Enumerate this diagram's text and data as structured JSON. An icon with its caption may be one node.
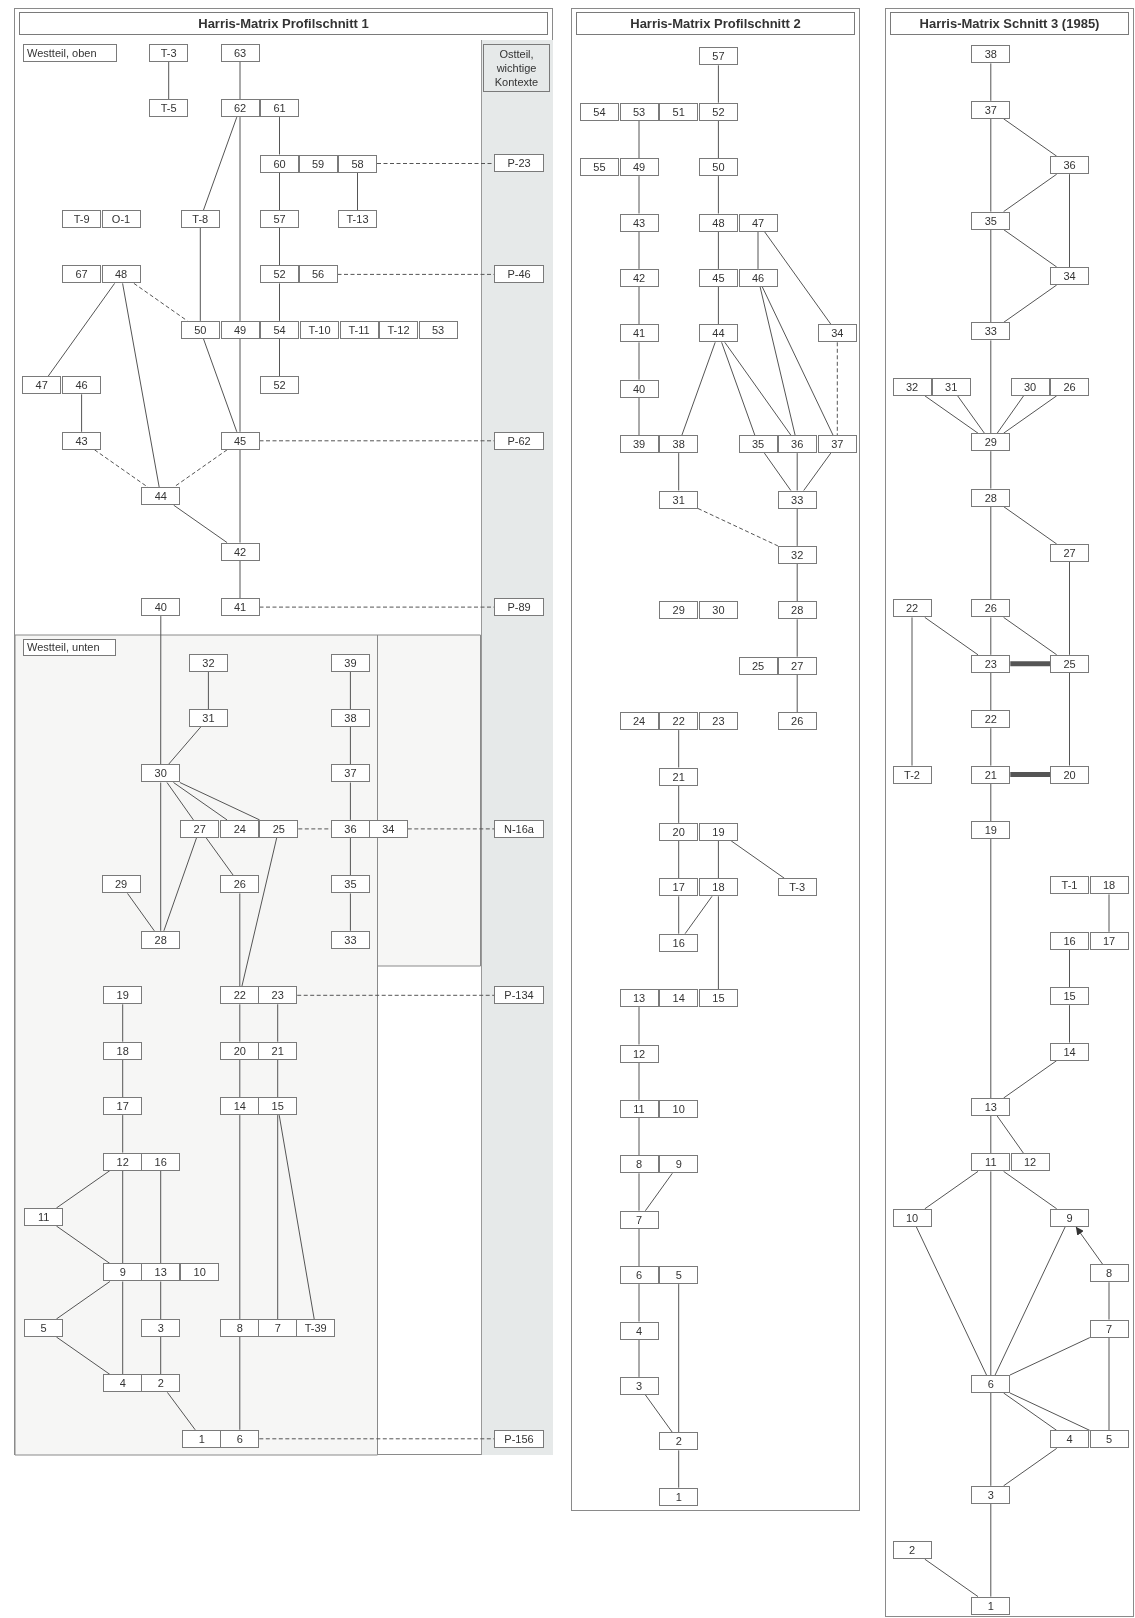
{
  "diagram": {
    "nodes": [
      {
        "text": [
          "Harris-Matrix Profilschnitt 1"
        ]
      },
      {
        "text": [
          "Westteil, oben"
        ],
        "in": 0
      },
      {
        "text": [
          "T-3"
        ],
        "in": 0
      },
      {
        "text": [
          "63"
        ],
        "in": 0
      },
      {
        "text": [
          "T-5"
        ],
        "in": 0
      },
      {
        "text": [
          "62"
        ],
        "in": 0
      },
      {
        "text": [
          "61"
        ],
        "in": 0
      },
      {
        "text": [
          "60"
        ],
        "in": 0
      },
      {
        "text": [
          "59"
        ],
        "in": 0
      },
      {
        "text": [
          "58"
        ],
        "in": 0
      },
      {
        "text": [
          "T-9"
        ],
        "in": 0
      },
      {
        "text": [
          "O-1"
        ],
        "in": 0
      },
      {
        "text": [
          "T-8"
        ],
        "in": 0
      },
      {
        "text": [
          "57"
        ],
        "in": 0
      },
      {
        "text": [
          "T-13"
        ],
        "in": 0
      },
      {
        "text": [
          "67"
        ],
        "in": 0
      },
      {
        "text": [
          "48"
        ],
        "in": 0
      },
      {
        "text": [
          "52"
        ],
        "in": 0
      },
      {
        "text": [
          "56"
        ],
        "in": 0
      },
      {
        "text": [
          "50"
        ],
        "in": 0
      },
      {
        "text": [
          "49"
        ],
        "in": 0
      },
      {
        "text": [
          "54"
        ],
        "in": 0
      },
      {
        "text": [
          "T-10"
        ],
        "in": 0
      },
      {
        "text": [
          "T-11"
        ],
        "in": 0
      },
      {
        "text": [
          "T-12"
        ],
        "in": 0
      },
      {
        "text": [
          "53"
        ],
        "in": 0
      },
      {
        "text": [
          "47"
        ],
        "in": 0
      },
      {
        "text": [
          "46"
        ],
        "in": 0
      },
      {
        "text": [
          "52"
        ],
        "in": 0
      },
      {
        "text": [
          "43"
        ],
        "in": 0
      },
      {
        "text": [
          "45"
        ],
        "in": 0
      },
      {
        "text": [
          "44"
        ],
        "in": 0
      },
      {
        "text": [
          "42"
        ],
        "in": 0
      },
      {
        "text": [
          "40"
        ],
        "in": 0
      },
      {
        "text": [
          "41"
        ],
        "in": 0
      },
      {
        "text": [
          "Ostteil, wichtige Kontexte"
        ],
        "in": 0
      },
      {
        "text": [
          "P-23"
        ],
        "in": 35
      },
      {
        "text": [
          "P-46"
        ],
        "in": 35
      },
      {
        "text": [
          "P-62"
        ],
        "in": 35
      },
      {
        "text": [
          "P-89"
        ],
        "in": 35
      },
      {
        "text": [
          "N-16a"
        ],
        "in": 35
      },
      {
        "text": [
          "P-134"
        ],
        "in": 35
      },
      {
        "text": [
          "P-156"
        ],
        "in": 35
      },
      {
        "text": [
          "Westteil, unten"
        ],
        "in": 0
      },
      {
        "text": [
          "32"
        ],
        "in": 43
      },
      {
        "text": [
          "39"
        ],
        "in": 43
      },
      {
        "text": [
          "31"
        ],
        "in": 43
      },
      {
        "text": [
          "38"
        ],
        "in": 43
      },
      {
        "text": [
          "30"
        ],
        "in": 43
      },
      {
        "text": [
          "37"
        ],
        "in": 43
      },
      {
        "text": [
          "27"
        ],
        "in": 43
      },
      {
        "text": [
          "24"
        ],
        "in": 43
      },
      {
        "text": [
          "25"
        ],
        "in": 43
      },
      {
        "text": [
          "36"
        ],
        "in": 43
      },
      {
        "text": [
          "34"
        ],
        "in": 43
      },
      {
        "text": [
          "29"
        ],
        "in": 43
      },
      {
        "text": [
          "26"
        ],
        "in": 43
      },
      {
        "text": [
          "35"
        ],
        "in": 43
      },
      {
        "text": [
          "28"
        ],
        "in": 43
      },
      {
        "text": [
          "33"
        ],
        "in": 43
      },
      {
        "text": [
          "19"
        ],
        "in": 43
      },
      {
        "text": [
          "22"
        ],
        "in": 43
      },
      {
        "text": [
          "23"
        ],
        "in": 43
      },
      {
        "text": [
          "18"
        ],
        "in": 43
      },
      {
        "text": [
          "20"
        ],
        "in": 43
      },
      {
        "text": [
          "21"
        ],
        "in": 43
      },
      {
        "text": [
          "17"
        ],
        "in": 43
      },
      {
        "text": [
          "14"
        ],
        "in": 43
      },
      {
        "text": [
          "15"
        ],
        "in": 43
      },
      {
        "text": [
          "12"
        ],
        "in": 43
      },
      {
        "text": [
          "16"
        ],
        "in": 43
      },
      {
        "text": [
          "11"
        ],
        "in": 43
      },
      {
        "text": [
          "9"
        ],
        "in": 43
      },
      {
        "text": [
          "13"
        ],
        "in": 43
      },
      {
        "text": [
          "10"
        ],
        "in": 43
      },
      {
        "text": [
          "5"
        ],
        "in": 43
      },
      {
        "text": [
          "3"
        ],
        "in": 43
      },
      {
        "text": [
          "8"
        ],
        "in": 43
      },
      {
        "text": [
          "7"
        ],
        "in": 43
      },
      {
        "text": [
          "T-39"
        ],
        "in": 43
      },
      {
        "text": [
          "4"
        ],
        "in": 43
      },
      {
        "text": [
          "2"
        ],
        "in": 43
      },
      {
        "text": [
          "1"
        ],
        "in": 43
      },
      {
        "text": [
          "6"
        ],
        "in": 43
      },
      {
        "text": [
          "Harris-Matrix Profilschnitt 2"
        ]
      },
      {
        "text": [
          "57"
        ],
        "in": 84
      },
      {
        "text": [
          "54"
        ],
        "in": 84
      },
      {
        "text": [
          "53"
        ],
        "in": 84
      },
      {
        "text": [
          "51"
        ],
        "in": 84
      },
      {
        "text": [
          "52"
        ],
        "in": 84
      },
      {
        "text": [
          "55"
        ],
        "in": 84
      },
      {
        "text": [
          "49"
        ],
        "in": 84
      },
      {
        "text": [
          "50"
        ],
        "in": 84
      },
      {
        "text": [
          "43"
        ],
        "in": 84
      },
      {
        "text": [
          "48"
        ],
        "in": 84
      },
      {
        "text": [
          "47"
        ],
        "in": 84
      },
      {
        "text": [
          "42"
        ],
        "in": 84
      },
      {
        "text": [
          "45"
        ],
        "in": 84
      },
      {
        "text": [
          "46"
        ],
        "in": 84
      },
      {
        "text": [
          "41"
        ],
        "in": 84
      },
      {
        "text": [
          "44"
        ],
        "in": 84
      },
      {
        "text": [
          "34"
        ],
        "in": 84
      },
      {
        "text": [
          "40"
        ],
        "in": 84
      },
      {
        "text": [
          "39"
        ],
        "in": 84
      },
      {
        "text": [
          "38"
        ],
        "in": 84
      },
      {
        "text": [
          "35"
        ],
        "in": 84
      },
      {
        "text": [
          "36"
        ],
        "in": 84
      },
      {
        "text": [
          "37"
        ],
        "in": 84
      },
      {
        "text": [
          "31"
        ],
        "in": 84
      },
      {
        "text": [
          "33"
        ],
        "in": 84
      },
      {
        "text": [
          "32"
        ],
        "in": 84
      },
      {
        "text": [
          "29"
        ],
        "in": 84
      },
      {
        "text": [
          "30"
        ],
        "in": 84
      },
      {
        "text": [
          "28"
        ],
        "in": 84
      },
      {
        "text": [
          "25"
        ],
        "in": 84
      },
      {
        "text": [
          "27"
        ],
        "in": 84
      },
      {
        "text": [
          "24"
        ],
        "in": 84
      },
      {
        "text": [
          "22"
        ],
        "in": 84
      },
      {
        "text": [
          "23"
        ],
        "in": 84
      },
      {
        "text": [
          "26"
        ],
        "in": 84
      },
      {
        "text": [
          "21"
        ],
        "in": 84
      },
      {
        "text": [
          "20"
        ],
        "in": 84
      },
      {
        "text": [
          "19"
        ],
        "in": 84
      },
      {
        "text": [
          "17"
        ],
        "in": 84
      },
      {
        "text": [
          "18"
        ],
        "in": 84
      },
      {
        "text": [
          "T-3"
        ],
        "in": 84
      },
      {
        "text": [
          "16"
        ],
        "in": 84
      },
      {
        "text": [
          "13"
        ],
        "in": 84
      },
      {
        "text": [
          "14"
        ],
        "in": 84
      },
      {
        "text": [
          "15"
        ],
        "in": 84
      },
      {
        "text": [
          "12"
        ],
        "in": 84
      },
      {
        "text": [
          "11"
        ],
        "in": 84
      },
      {
        "text": [
          "10"
        ],
        "in": 84
      },
      {
        "text": [
          "8"
        ],
        "in": 84
      },
      {
        "text": [
          "9"
        ],
        "in": 84
      },
      {
        "text": [
          "7"
        ],
        "in": 84
      },
      {
        "text": [
          "6"
        ],
        "in": 84
      },
      {
        "text": [
          "5"
        ],
        "in": 84
      },
      {
        "text": [
          "4"
        ],
        "in": 84
      },
      {
        "text": [
          "3"
        ],
        "in": 84
      },
      {
        "text": [
          "2"
        ],
        "in": 84
      },
      {
        "text": [
          "1"
        ],
        "in": 84
      },
      {
        "text": [
          "Harris-Matrix Schnitt 3 (1985)"
        ]
      },
      {
        "text": [
          "38"
        ],
        "in": 142
      },
      {
        "text": [
          "37"
        ],
        "in": 142
      },
      {
        "text": [
          "36"
        ],
        "in": 142
      },
      {
        "text": [
          "35"
        ],
        "in": 142
      },
      {
        "text": [
          "34"
        ],
        "in": 142
      },
      {
        "text": [
          "33"
        ],
        "in": 142
      },
      {
        "text": [
          "32"
        ],
        "in": 142
      },
      {
        "text": [
          "31"
        ],
        "in": 142
      },
      {
        "text": [
          "30"
        ],
        "in": 142
      },
      {
        "text": [
          "26"
        ],
        "in": 142
      },
      {
        "text": [
          "29"
        ],
        "in": 142
      },
      {
        "text": [
          "28"
        ],
        "in": 142
      },
      {
        "text": [
          "27"
        ],
        "in": 142
      },
      {
        "text": [
          "22"
        ],
        "in": 142
      },
      {
        "text": [
          "26"
        ],
        "in": 142
      },
      {
        "text": [
          "23"
        ],
        "in": 142
      },
      {
        "text": [
          "25"
        ],
        "in": 142
      },
      {
        "text": [
          "22"
        ],
        "in": 142
      },
      {
        "text": [
          "T-2"
        ],
        "in": 142
      },
      {
        "text": [
          "21"
        ],
        "in": 142
      },
      {
        "text": [
          "20"
        ],
        "in": 142
      },
      {
        "text": [
          "19"
        ],
        "in": 142
      },
      {
        "text": [
          "T-1"
        ],
        "in": 142
      },
      {
        "text": [
          "18"
        ],
        "in": 142
      },
      {
        "text": [
          "16"
        ],
        "in": 142
      },
      {
        "text": [
          "17"
        ],
        "in": 142
      },
      {
        "text": [
          "15"
        ],
        "in": 142
      },
      {
        "text": [
          "14"
        ],
        "in": 142
      },
      {
        "text": [
          "13"
        ],
        "in": 142
      },
      {
        "text": [
          "11"
        ],
        "in": 142
      },
      {
        "text": [
          "12"
        ],
        "in": 142
      },
      {
        "text": [
          "10"
        ],
        "in": 142
      },
      {
        "text": [
          "9"
        ],
        "in": 142
      },
      {
        "text": [
          "8"
        ],
        "in": 142
      },
      {
        "text": [
          "7"
        ],
        "in": 142
      },
      {
        "text": [
          "6"
        ],
        "in": 142
      },
      {
        "text": [
          "4"
        ],
        "in": 142
      },
      {
        "text": [
          "5"
        ],
        "in": 142
      },
      {
        "text": [
          "3"
        ],
        "in": 142
      },
      {
        "text": [
          "2"
        ],
        "in": 142
      },
      {
        "text": [
          "1"
        ],
        "in": 142
      }
    ],
    "edges": [
      {
        "from": 2,
        "to": 4,
        "arrow": "none"
      },
      {
        "from": 3,
        "to": 5,
        "arrow": "none"
      },
      {
        "from": 5,
        "to": 20,
        "arrow": "none"
      },
      {
        "from": 20,
        "to": 30,
        "arrow": "none"
      },
      {
        "from": 30,
        "to": 32,
        "arrow": "none"
      },
      {
        "from": 32,
        "to": 34,
        "arrow": "none"
      },
      {
        "from": 5,
        "to": 12,
        "arrow": "none"
      },
      {
        "from": 6,
        "to": 7,
        "arrow": "none"
      },
      {
        "from": 7,
        "to": 13,
        "arrow": "none"
      },
      {
        "from": 13,
        "to": 17,
        "arrow": "none"
      },
      {
        "from": 17,
        "to": 21,
        "arrow": "none"
      },
      {
        "from": 21,
        "to": 28,
        "arrow": "none"
      },
      {
        "from": 9,
        "to": 14,
        "arrow": "none"
      },
      {
        "from": 9,
        "to": 36,
        "arrow": "none",
        "style": "dashed"
      },
      {
        "from": 18,
        "to": 37,
        "arrow": "none",
        "style": "dashed"
      },
      {
        "from": 12,
        "to": 19,
        "arrow": "none"
      },
      {
        "from": 16,
        "to": 19,
        "arrow": "none",
        "style": "dashed"
      },
      {
        "from": 16,
        "to": 26,
        "arrow": "none"
      },
      {
        "from": 16,
        "to": 31,
        "arrow": "none"
      },
      {
        "from": 27,
        "to": 29,
        "arrow": "none"
      },
      {
        "from": 29,
        "to": 31,
        "arrow": "none",
        "style": "dashed"
      },
      {
        "from": 30,
        "to": 31,
        "arrow": "none",
        "style": "dashed"
      },
      {
        "from": 19,
        "to": 30,
        "arrow": "none"
      },
      {
        "from": 31,
        "to": 32,
        "arrow": "none"
      },
      {
        "from": 30,
        "to": 38,
        "arrow": "none",
        "style": "dashed"
      },
      {
        "from": 34,
        "to": 39,
        "arrow": "none",
        "style": "dashed"
      },
      {
        "from": 33,
        "to": 48,
        "arrow": "none"
      },
      {
        "from": 44,
        "to": 46,
        "arrow": "none"
      },
      {
        "from": 46,
        "to": 48,
        "arrow": "none"
      },
      {
        "from": 48,
        "to": 58,
        "arrow": "none"
      },
      {
        "from": 48,
        "to": 50,
        "arrow": "none"
      },
      {
        "from": 48,
        "to": 51,
        "arrow": "none"
      },
      {
        "from": 48,
        "to": 52,
        "arrow": "none"
      },
      {
        "from": 50,
        "to": 58,
        "arrow": "none"
      },
      {
        "from": 50,
        "to": 56,
        "arrow": "none"
      },
      {
        "from": 55,
        "to": 58,
        "arrow": "none"
      },
      {
        "from": 52,
        "to": 53,
        "arrow": "none",
        "style": "dashed"
      },
      {
        "from": 54,
        "to": 40,
        "arrow": "none",
        "style": "dashed"
      },
      {
        "from": 45,
        "to": 47,
        "arrow": "none"
      },
      {
        "from": 47,
        "to": 49,
        "arrow": "none"
      },
      {
        "from": 49,
        "to": 53,
        "arrow": "none"
      },
      {
        "from": 53,
        "to": 57,
        "arrow": "none"
      },
      {
        "from": 57,
        "to": 59,
        "arrow": "none"
      },
      {
        "from": 56,
        "to": 61,
        "arrow": "none"
      },
      {
        "from": 52,
        "to": 61,
        "arrow": "none"
      },
      {
        "from": 62,
        "to": 41,
        "arrow": "none",
        "style": "dashed"
      },
      {
        "from": 61,
        "to": 64,
        "arrow": "none"
      },
      {
        "from": 62,
        "to": 65,
        "arrow": "none"
      },
      {
        "from": 64,
        "to": 67,
        "arrow": "none"
      },
      {
        "from": 65,
        "to": 68,
        "arrow": "none"
      },
      {
        "from": 67,
        "to": 77,
        "arrow": "none"
      },
      {
        "from": 68,
        "to": 78,
        "arrow": "none"
      },
      {
        "from": 68,
        "to": 79,
        "arrow": "none"
      },
      {
        "from": 77,
        "to": 83,
        "arrow": "none"
      },
      {
        "from": 83,
        "to": 42,
        "arrow": "none",
        "style": "dashed"
      },
      {
        "from": 60,
        "to": 63,
        "arrow": "none"
      },
      {
        "from": 63,
        "to": 66,
        "arrow": "none"
      },
      {
        "from": 66,
        "to": 69,
        "arrow": "none"
      },
      {
        "from": 69,
        "to": 71,
        "arrow": "none"
      },
      {
        "from": 69,
        "to": 72,
        "arrow": "none"
      },
      {
        "from": 71,
        "to": 72,
        "arrow": "none"
      },
      {
        "from": 70,
        "to": 73,
        "arrow": "none"
      },
      {
        "from": 72,
        "to": 75,
        "arrow": "none"
      },
      {
        "from": 72,
        "to": 80,
        "arrow": "none"
      },
      {
        "from": 75,
        "to": 80,
        "arrow": "none"
      },
      {
        "from": 73,
        "to": 76,
        "arrow": "none"
      },
      {
        "from": 76,
        "to": 81,
        "arrow": "none"
      },
      {
        "from": 81,
        "to": 82,
        "arrow": "none"
      },
      {
        "from": 85,
        "to": 89,
        "arrow": "none"
      },
      {
        "from": 87,
        "to": 91,
        "arrow": "none"
      },
      {
        "from": 89,
        "to": 92,
        "arrow": "none"
      },
      {
        "from": 91,
        "to": 93,
        "arrow": "none"
      },
      {
        "from": 92,
        "to": 94,
        "arrow": "none"
      },
      {
        "from": 93,
        "to": 96,
        "arrow": "none"
      },
      {
        "from": 94,
        "to": 97,
        "arrow": "none"
      },
      {
        "from": 96,
        "to": 99,
        "arrow": "none"
      },
      {
        "from": 97,
        "to": 100,
        "arrow": "none"
      },
      {
        "from": 99,
        "to": 102,
        "arrow": "none"
      },
      {
        "from": 102,
        "to": 103,
        "arrow": "none"
      },
      {
        "from": 95,
        "to": 98,
        "arrow": "none"
      },
      {
        "from": 95,
        "to": 101,
        "arrow": "none"
      },
      {
        "from": 98,
        "to": 106,
        "arrow": "none"
      },
      {
        "from": 98,
        "to": 107,
        "arrow": "none"
      },
      {
        "from": 100,
        "to": 104,
        "arrow": "none"
      },
      {
        "from": 100,
        "to": 105,
        "arrow": "none"
      },
      {
        "from": 100,
        "to": 106,
        "arrow": "none"
      },
      {
        "from": 101,
        "to": 107,
        "arrow": "none",
        "style": "dashed"
      },
      {
        "from": 104,
        "to": 108,
        "arrow": "none"
      },
      {
        "from": 105,
        "to": 109,
        "arrow": "none"
      },
      {
        "from": 106,
        "to": 109,
        "arrow": "none"
      },
      {
        "from": 107,
        "to": 109,
        "arrow": "none"
      },
      {
        "from": 108,
        "to": 110,
        "arrow": "none",
        "style": "dashed"
      },
      {
        "from": 109,
        "to": 110,
        "arrow": "none"
      },
      {
        "from": 110,
        "to": 113,
        "arrow": "none"
      },
      {
        "from": 113,
        "to": 115,
        "arrow": "none"
      },
      {
        "from": 115,
        "to": 119,
        "arrow": "none"
      },
      {
        "from": 117,
        "to": 120,
        "arrow": "none"
      },
      {
        "from": 120,
        "to": 121,
        "arrow": "none"
      },
      {
        "from": 121,
        "to": 123,
        "arrow": "none"
      },
      {
        "from": 122,
        "to": 124,
        "arrow": "none"
      },
      {
        "from": 122,
        "to": 125,
        "arrow": "none"
      },
      {
        "from": 123,
        "to": 126,
        "arrow": "none"
      },
      {
        "from": 124,
        "to": 126,
        "arrow": "none"
      },
      {
        "from": 124,
        "to": 129,
        "arrow": "none"
      },
      {
        "from": 127,
        "to": 130,
        "arrow": "none"
      },
      {
        "from": 130,
        "to": 131,
        "arrow": "none"
      },
      {
        "from": 131,
        "to": 133,
        "arrow": "none"
      },
      {
        "from": 133,
        "to": 135,
        "arrow": "none"
      },
      {
        "from": 134,
        "to": 135,
        "arrow": "none"
      },
      {
        "from": 135,
        "to": 136,
        "arrow": "none"
      },
      {
        "from": 136,
        "to": 138,
        "arrow": "none"
      },
      {
        "from": 138,
        "to": 139,
        "arrow": "none"
      },
      {
        "from": 139,
        "to": 140,
        "arrow": "none"
      },
      {
        "from": 137,
        "to": 140,
        "arrow": "none"
      },
      {
        "from": 140,
        "to": 141,
        "arrow": "none"
      },
      {
        "from": 143,
        "to": 144,
        "arrow": "none"
      },
      {
        "from": 144,
        "to": 146,
        "arrow": "none"
      },
      {
        "from": 144,
        "to": 145,
        "arrow": "none"
      },
      {
        "from": 145,
        "to": 146,
        "arrow": "none"
      },
      {
        "from": 145,
        "to": 147,
        "arrow": "none"
      },
      {
        "from": 146,
        "to": 147,
        "arrow": "none"
      },
      {
        "from": 146,
        "to": 148,
        "arrow": "none"
      },
      {
        "from": 147,
        "to": 148,
        "arrow": "none"
      },
      {
        "from": 148,
        "to": 153,
        "arrow": "none"
      },
      {
        "from": 149,
        "to": 153,
        "arrow": "none"
      },
      {
        "from": 150,
        "to": 153,
        "arrow": "none"
      },
      {
        "from": 151,
        "to": 153,
        "arrow": "none"
      },
      {
        "from": 152,
        "to": 153,
        "arrow": "none"
      },
      {
        "from": 153,
        "to": 154,
        "arrow": "none"
      },
      {
        "from": 154,
        "to": 157,
        "arrow": "none"
      },
      {
        "from": 154,
        "to": 155,
        "arrow": "none"
      },
      {
        "from": 155,
        "to": 159,
        "arrow": "none"
      },
      {
        "from": 157,
        "to": 158,
        "arrow": "none"
      },
      {
        "from": 157,
        "to": 159,
        "arrow": "none"
      },
      {
        "from": 156,
        "to": 158,
        "arrow": "none"
      },
      {
        "from": 156,
        "to": 161,
        "arrow": "none"
      },
      {
        "from": 158,
        "to": 159,
        "arrow": "none",
        "style": "thick"
      },
      {
        "from": 158,
        "to": 160,
        "arrow": "none"
      },
      {
        "from": 160,
        "to": 162,
        "arrow": "none"
      },
      {
        "from": 159,
        "to": 163,
        "arrow": "none"
      },
      {
        "from": 162,
        "to": 163,
        "arrow": "none",
        "style": "thick"
      },
      {
        "from": 162,
        "to": 164,
        "arrow": "none"
      },
      {
        "from": 164,
        "to": 171,
        "arrow": "none"
      },
      {
        "from": 170,
        "to": 171,
        "arrow": "none"
      },
      {
        "from": 169,
        "to": 170,
        "arrow": "none"
      },
      {
        "from": 167,
        "to": 169,
        "arrow": "none"
      },
      {
        "from": 166,
        "to": 168,
        "arrow": "none"
      },
      {
        "from": 171,
        "to": 172,
        "arrow": "none"
      },
      {
        "from": 171,
        "to": 173,
        "arrow": "none"
      },
      {
        "from": 172,
        "to": 174,
        "arrow": "none"
      },
      {
        "from": 172,
        "to": 178,
        "arrow": "none"
      },
      {
        "from": 172,
        "to": 175,
        "arrow": "none"
      },
      {
        "from": 174,
        "to": 178,
        "arrow": "none"
      },
      {
        "from": 175,
        "to": 178,
        "arrow": "none"
      },
      {
        "from": 176,
        "to": 175,
        "arrow": "to"
      },
      {
        "from": 176,
        "to": 177,
        "arrow": "none"
      },
      {
        "from": 177,
        "to": 178,
        "arrow": "none"
      },
      {
        "from": 177,
        "to": 180,
        "arrow": "none"
      },
      {
        "from": 178,
        "to": 179,
        "arrow": "none"
      },
      {
        "from": 178,
        "to": 180,
        "arrow": "none"
      },
      {
        "from": 178,
        "to": 181,
        "arrow": "none"
      },
      {
        "from": 179,
        "to": 181,
        "arrow": "none"
      },
      {
        "from": 181,
        "to": 183,
        "arrow": "none"
      },
      {
        "from": 182,
        "to": 183,
        "arrow": "none"
      }
    ]
  }
}
